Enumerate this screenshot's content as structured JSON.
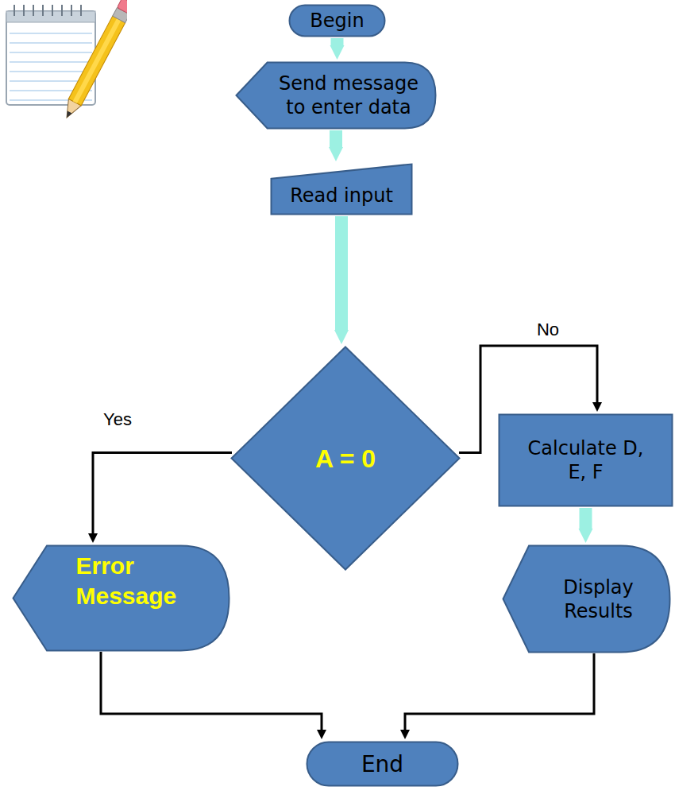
{
  "diagram": {
    "nodes": [
      {
        "text": [
          "Begin"
        ]
      },
      {
        "text": [
          "Send message to enter data"
        ]
      },
      {
        "text": [
          "Read input"
        ]
      },
      {
        "text": [
          "A = 0"
        ]
      },
      {
        "text": [
          "Calculate D, E, F"
        ]
      },
      {
        "text": [
          "Error Message"
        ]
      },
      {
        "text": [
          "Display Results"
        ]
      },
      {
        "text": [
          "End"
        ]
      }
    ],
    "edges": [
      {
        "from": 0,
        "to": 1,
        "arrow": "to"
      },
      {
        "from": 1,
        "to": 2,
        "arrow": "to"
      },
      {
        "from": 2,
        "to": 3,
        "arrow": "to"
      },
      {
        "from": 3,
        "to": 5,
        "label": "Yes",
        "arrow": "to"
      },
      {
        "from": 3,
        "to": 4,
        "label": "No",
        "arrow": "to"
      },
      {
        "from": 4,
        "to": 6,
        "arrow": "to"
      },
      {
        "from": 5,
        "to": 7,
        "arrow": "to"
      },
      {
        "from": 6,
        "to": 7,
        "arrow": "to"
      }
    ]
  }
}
